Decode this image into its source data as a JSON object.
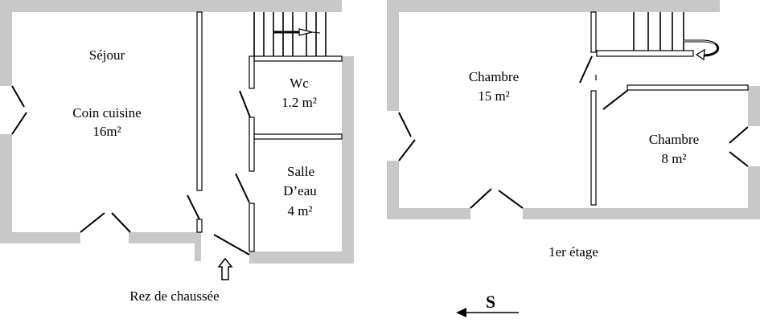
{
  "ground_floor": {
    "title": "Rez de chaussée",
    "rooms": [
      {
        "name": "Séjour"
      },
      {
        "name": "Coin cuisine",
        "area": "16m²"
      },
      {
        "name": "Wc",
        "area": "1.2 m²"
      },
      {
        "name": "Salle",
        "name2": "D’eau",
        "area": "4 m²"
      }
    ]
  },
  "first_floor": {
    "title": "1er étage",
    "rooms": [
      {
        "name": "Chambre",
        "area": "15 m²"
      },
      {
        "name": "Chambre",
        "area": "8 m²"
      }
    ]
  },
  "orientation": {
    "label": "S"
  },
  "colors": {
    "wall": "#c8c8c8",
    "line": "#000000"
  }
}
